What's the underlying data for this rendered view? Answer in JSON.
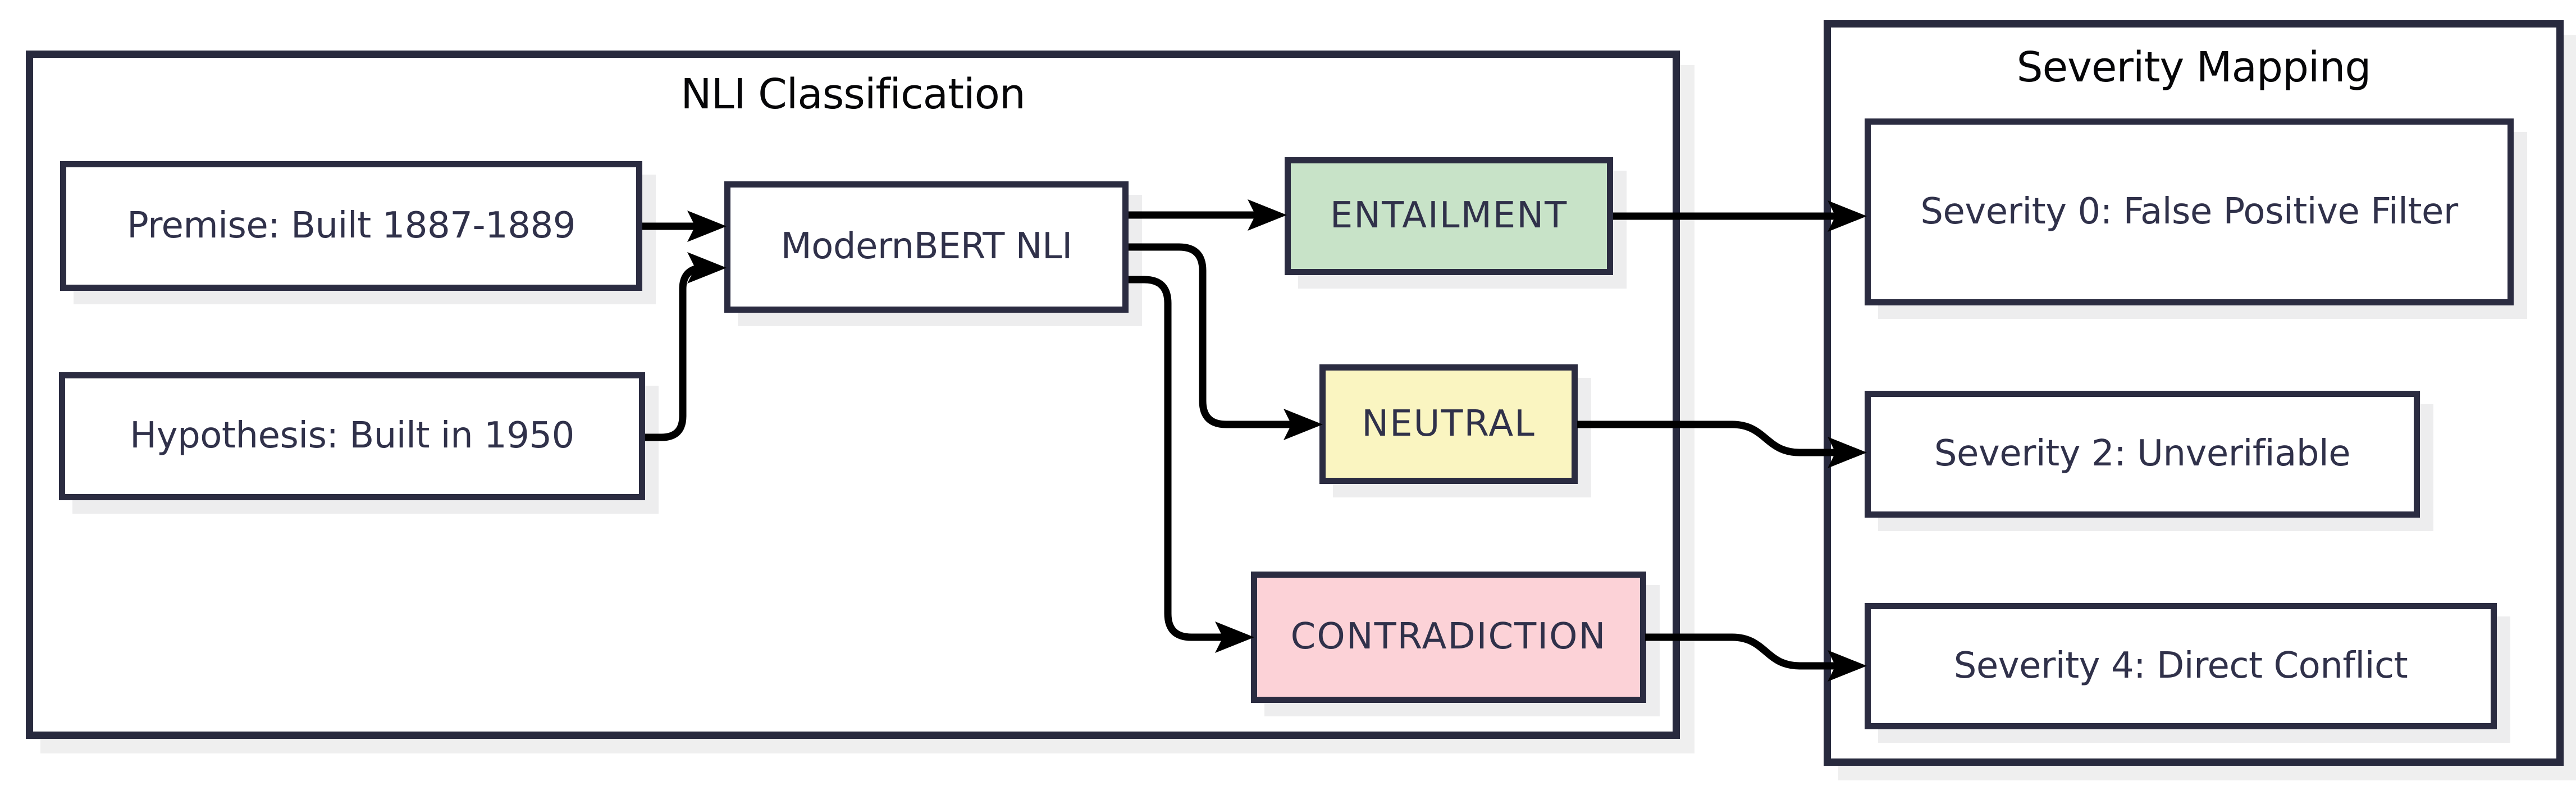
{
  "diagram": {
    "panels": {
      "nli": {
        "title": "NLI Classification"
      },
      "severity": {
        "title": "Severity Mapping"
      }
    },
    "nodes": {
      "premise": {
        "label": "Premise: Built 1887-1889"
      },
      "hypothesis": {
        "label": "Hypothesis: Built in 1950"
      },
      "model": {
        "label": "ModernBERT NLI"
      },
      "entailment": {
        "label": "ENTAILMENT"
      },
      "neutral": {
        "label": "NEUTRAL"
      },
      "contradiction": {
        "label": "CONTRADICTION"
      },
      "severity0": {
        "label": "Severity 0: False Positive Filter"
      },
      "severity2": {
        "label": "Severity 2: Unverifiable"
      },
      "severity4": {
        "label": "Severity 4: Direct Conflict"
      }
    },
    "edges": [
      {
        "from": "premise",
        "to": "model"
      },
      {
        "from": "hypothesis",
        "to": "model"
      },
      {
        "from": "model",
        "to": "entailment"
      },
      {
        "from": "model",
        "to": "neutral"
      },
      {
        "from": "model",
        "to": "contradiction"
      },
      {
        "from": "entailment",
        "to": "severity0"
      },
      {
        "from": "neutral",
        "to": "severity2"
      },
      {
        "from": "contradiction",
        "to": "severity4"
      }
    ],
    "colors": {
      "stroke_navy": "#2b2c41",
      "title_text": "#060608",
      "label_text": "#30314a",
      "arrow": "#000000",
      "shadow": "#ededee",
      "node_fill": "#ffffff",
      "entailment_fill": "#c8e3c8",
      "neutral_fill": "#faf5c1",
      "contradiction_fill": "#fcd2d7"
    }
  }
}
